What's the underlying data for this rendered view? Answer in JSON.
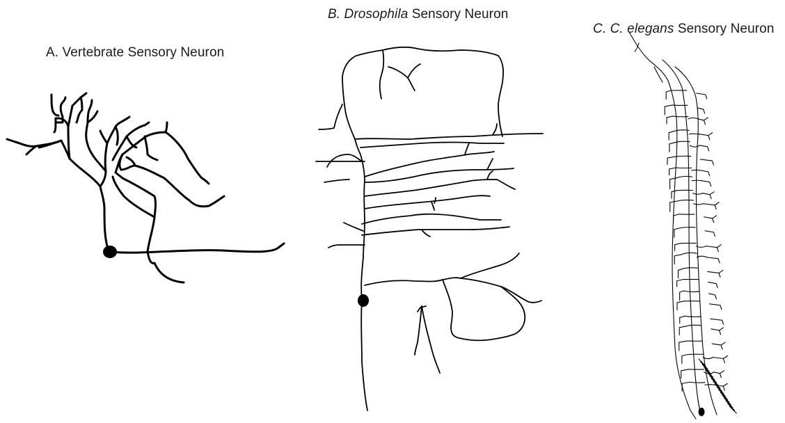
{
  "panels": {
    "a": {
      "label": "A. Vertebrate Sensory Neuron"
    },
    "b": {
      "prefix": "B. ",
      "species": "Drosophila",
      "suffix": " Sensory Neuron"
    },
    "c": {
      "prefix": "C.  C. ",
      "species": "elegans",
      "suffix": " Sensory Neuron"
    }
  },
  "colors": {
    "ink": "#000000",
    "background": "#ffffff"
  }
}
